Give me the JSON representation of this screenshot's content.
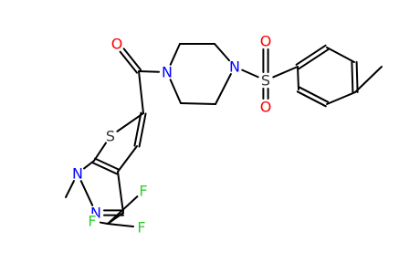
{
  "atom_labels": {
    "S_thiophene": "S",
    "N1": "N",
    "N2": "N",
    "O_carbonyl": "O",
    "N_piperazine_1": "N",
    "N_piperazine_2": "N",
    "S_sulfonyl": "S",
    "O_sulfonyl_top": "O",
    "O_sulfonyl_bottom": "O",
    "F1": "F",
    "F2": "F",
    "F3": "F"
  },
  "colors": {
    "background": "#ffffff",
    "bond": "#000000",
    "S_thiophene": "#333333",
    "N1": "#0000ff",
    "N2": "#0000ff",
    "O_carbonyl": "#ff0000",
    "N_piperazine_1": "#0000ff",
    "N_piperazine_2": "#0000ff",
    "S_sulfonyl": "#333333",
    "O_sulfonyl_top": "#ff0000",
    "O_sulfonyl_bottom": "#ff0000",
    "F1": "#33cc33",
    "F2": "#33cc33",
    "F3": "#33cc33"
  }
}
